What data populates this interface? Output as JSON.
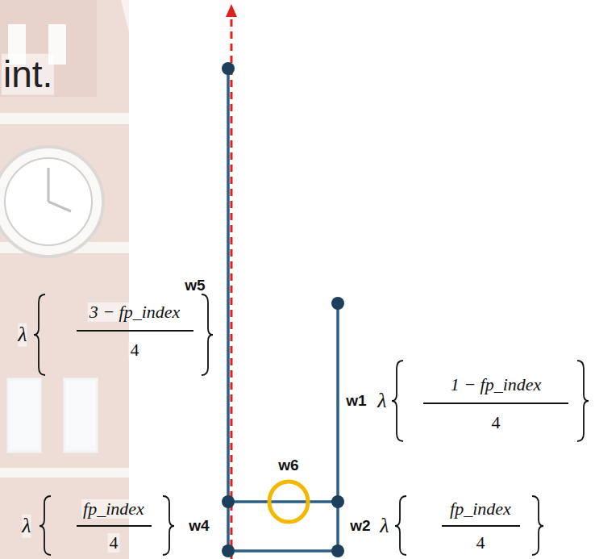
{
  "diagram": {
    "labels": [
      "int.",
      "w5",
      "λ",
      "3 − fp_index",
      "4",
      "w1",
      "λ",
      "1 − fp_index",
      "4",
      "w6",
      "λ",
      "fp_index",
      "4",
      "w4",
      "w2",
      "λ",
      "fp_index",
      "4"
    ]
  }
}
